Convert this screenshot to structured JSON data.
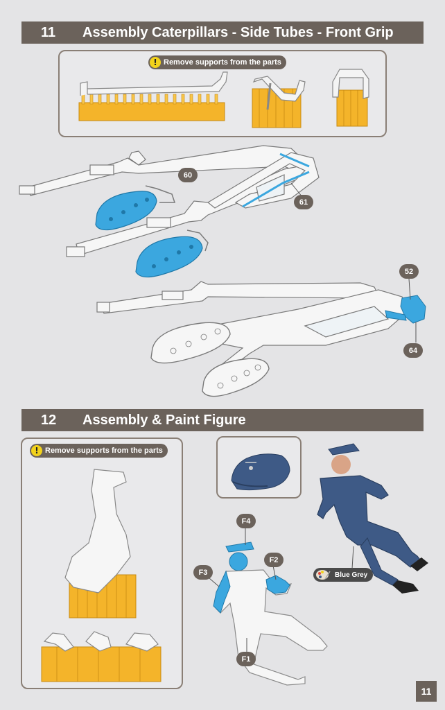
{
  "step11": {
    "number": "11",
    "title": "Assembly Caterpillars - Side Tubes - Front Grip"
  },
  "step12": {
    "number": "12",
    "title": "Assembly & Paint Figure"
  },
  "notices": {
    "remove_supports_top": "Remove supports from the parts",
    "remove_supports_bottom": "Remove supports from the parts"
  },
  "callouts": {
    "p60": "60",
    "p61": "61",
    "p52": "52",
    "p64": "64",
    "f1": "F1",
    "f2": "F2",
    "f3": "F3",
    "f4": "F4"
  },
  "paint": {
    "label": "Blue Grey",
    "color": "#3e5a86"
  },
  "page_number": "11",
  "colors": {
    "support_orange": "#f4b42a",
    "highlight_blue": "#3ba7df",
    "header_bg": "#6b625b",
    "part_white": "#f4f4f4"
  },
  "icons": [
    "warning-icon",
    "paint-palette-icon"
  ]
}
